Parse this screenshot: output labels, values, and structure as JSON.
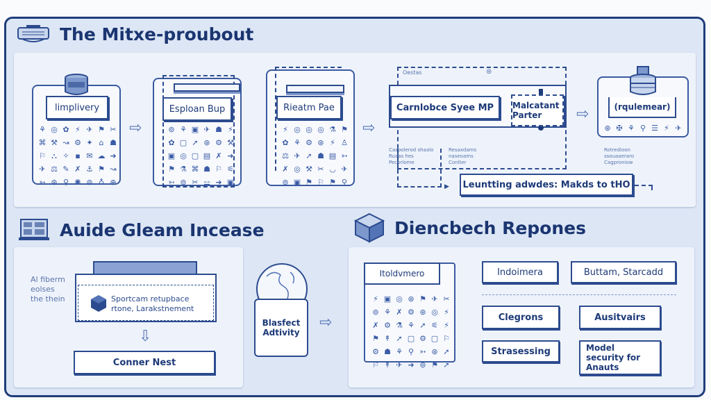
{
  "top_section": {
    "title": "The Mitxe-proubout",
    "icon": "pipeline-icon",
    "cards": [
      {
        "label": "limplivery",
        "icon": "database-icon"
      },
      {
        "label": "Esploan Bup"
      },
      {
        "label": "Rieatm Pae"
      },
      {
        "label": "Carnlobce Syee MP",
        "header_text": "Oestas"
      },
      {
        "label": "Malcatant Parter"
      },
      {
        "label": "(rqulemear)",
        "icon": "database-stack-icon",
        "caption": [
          "Rotredioon",
          "ssouaaeraro",
          "Cagproniow"
        ]
      }
    ],
    "captions_left": [
      "Caspolerod shaalo",
      "Ruaas hes",
      "Pecorlome"
    ],
    "captions_mid": [
      "Resaxdams",
      "naseoams",
      "Conlter"
    ],
    "bottom_bar": "Leuntting adwdes: Makds to tHO",
    "glyphs_a": [
      "⚘",
      "◎",
      "✿",
      "⚡",
      "✈",
      "⚑",
      "✂",
      "⌘",
      "⚒",
      "↝",
      "⚙",
      "✦",
      "⌂",
      "☗",
      "⚐",
      "⛬",
      "✧",
      "▪",
      "✉",
      "☁",
      "➜",
      "✈",
      "⚖",
      "✎",
      "✗",
      "⚓",
      "⚑",
      "↝",
      "➳",
      "⊛",
      "⚲",
      "✺",
      "⊚",
      "♁",
      "⊕"
    ],
    "glyphs_b": [
      "⊚",
      "⚘",
      "▣",
      "✈",
      "☗",
      "⚡",
      "✿",
      "▢",
      "➚",
      "⊛",
      "⚙",
      "⚒",
      "▣",
      "◎",
      "▢",
      "▤",
      "✗",
      "➜",
      "⚑",
      "⚗",
      "⌘",
      "☗",
      "⚐",
      "⚟",
      "➳",
      "⊚",
      "✂",
      "⚍",
      "➜",
      "▣"
    ],
    "glyphs_c": [
      "⚡",
      "◎",
      "◎",
      "◎",
      "⚗",
      "⚑",
      "✿",
      "⚘",
      "⚙",
      "⊛",
      "⚡",
      "♙",
      "⚖",
      "✈",
      "➚",
      "☗",
      "▤",
      "➳",
      "✗",
      "◎",
      "⚒",
      "✂",
      "◡",
      "✈",
      "⊚",
      "▣",
      "⚑",
      "⚐",
      "⚑",
      "⚲"
    ],
    "glyphs_d": [
      "⊛",
      "✠",
      "⚘",
      "⚲",
      "☰",
      "⚡",
      "✈"
    ]
  },
  "left_section": {
    "title": "Auide Gleam Incease",
    "icon": "server-icon",
    "side_note": [
      "Al fiberm",
      "eolses",
      "the thein"
    ],
    "middle_box": "Sportcam retupbace rtone, Larakstnement",
    "middle_icon": "cube-icon",
    "bottom_box": "Conner Nest",
    "globe_card": "Blasfect Adtivity",
    "globe_icon": "globe-icon"
  },
  "right_section": {
    "title": "Diencbech Repones",
    "icon": "box-icon",
    "list_card": "Itoldvmero",
    "glyphs": [
      "⚡",
      "▣",
      "◎",
      "⊛",
      "⚑",
      "✈",
      "✂",
      "⊚",
      "⚘",
      "✗",
      "⚙",
      "⊛",
      "◎",
      "⚡",
      "✗",
      "⚙",
      "⚗",
      "⚘",
      "➚",
      "⚟",
      "⚡",
      "⚑",
      "↟",
      "➚",
      "▢",
      "⚙",
      "▢",
      "⚐",
      "⚙",
      "☗",
      "⚘",
      "⚲",
      "➳",
      "⊛",
      "➚",
      "⚐",
      "↟",
      "✈",
      "➜",
      "⊚",
      "⚑",
      "➚"
    ],
    "buttons": [
      "Indoimera",
      "Buttam, Starcadd",
      "Clegrons",
      "Ausitvairs",
      "Strasessing",
      "Model security for Anauts"
    ]
  }
}
